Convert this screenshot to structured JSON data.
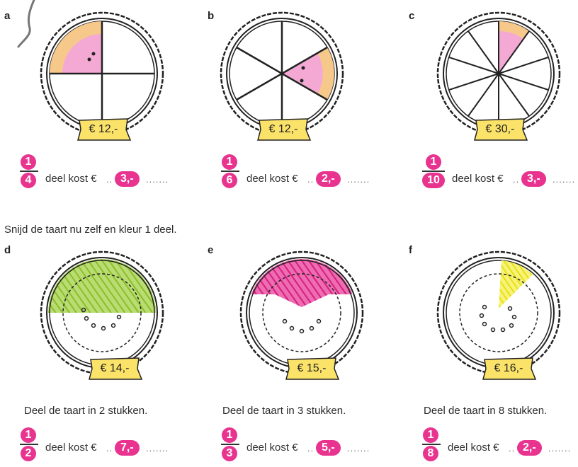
{
  "labels": [
    "a",
    "b",
    "c",
    "d",
    "e",
    "f"
  ],
  "instruction": "Snijd de taart nu zelf en kleur 1 deel.",
  "deel_kost": "deel kost €",
  "dots": ".......",
  "dots_short": "..",
  "colors": {
    "accent_pink": "#e8348f",
    "tag_yellow": "#fbe36a",
    "crust": "#f6c98b",
    "green": "#9ccc3c",
    "yellow": "#f2ea2a"
  },
  "pies": [
    {
      "id": "a",
      "price": "€ 12,-",
      "numerator": "1",
      "denominator": "4",
      "answer": "3,-"
    },
    {
      "id": "b",
      "price": "€ 12,-",
      "numerator": "1",
      "denominator": "6",
      "answer": "2,-"
    },
    {
      "id": "c",
      "price": "€ 30,-",
      "numerator": "1",
      "denominator": "10",
      "answer": "3,-"
    },
    {
      "id": "d",
      "price": "€ 14,-",
      "task": "Deel de taart in 2 stukken.",
      "numerator": "1",
      "denominator": "2",
      "answer": "7,-"
    },
    {
      "id": "e",
      "price": "€ 15,-",
      "task": "Deel de taart in 3 stukken.",
      "numerator": "1",
      "denominator": "3",
      "answer": "5,-"
    },
    {
      "id": "f",
      "price": "€ 16,-",
      "task": "Deel de taart in 8 stukken.",
      "numerator": "1",
      "denominator": "8",
      "answer": "2,-"
    }
  ]
}
